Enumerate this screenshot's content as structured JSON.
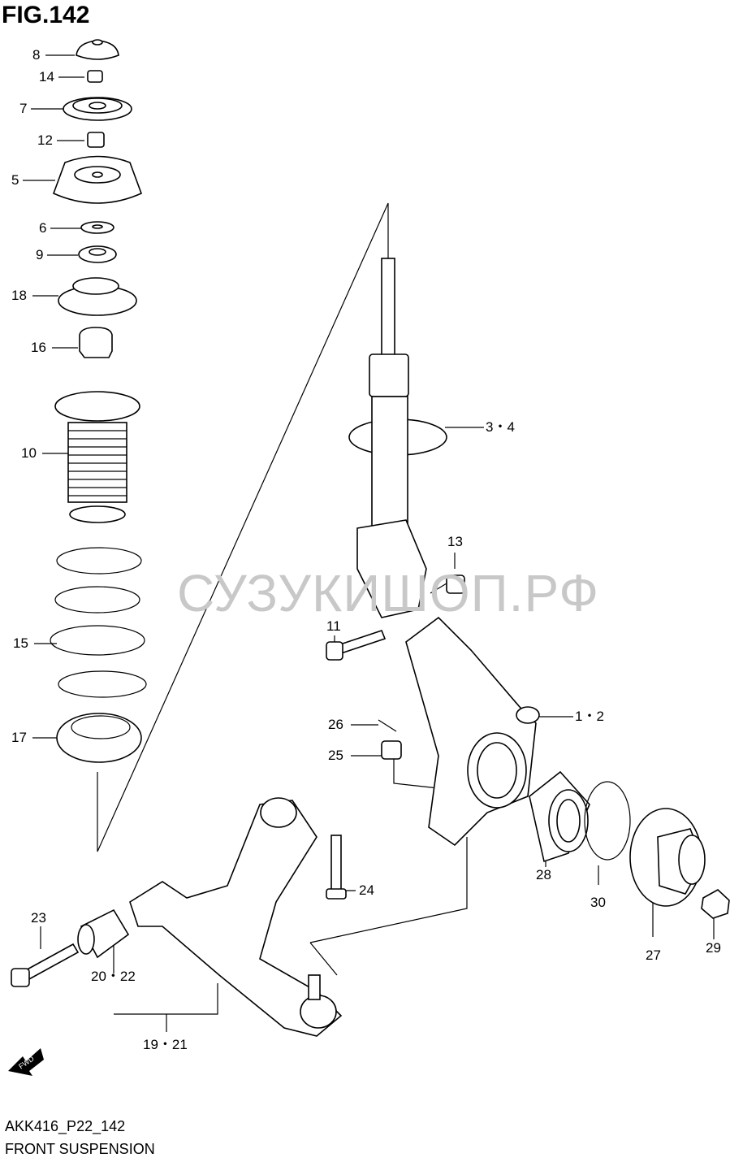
{
  "figure_title": "FIG.142",
  "diagram_code": "AKK416_P22_142",
  "caption": "FRONT SUSPENSION",
  "watermark": "СУЗУКИШОП.РФ",
  "fwd_label": "FWD",
  "callouts": {
    "c8": "8",
    "c14": "14",
    "c7": "7",
    "c12": "12",
    "c5": "5",
    "c6": "6",
    "c9": "9",
    "c18": "18",
    "c16": "16",
    "c10": "10",
    "c15": "15",
    "c17": "17",
    "c3_4": "3・4",
    "c13": "13",
    "c11": "11",
    "c1_2": "1・2",
    "c26": "26",
    "c25": "25",
    "c28": "28",
    "c30": "30",
    "c27": "27",
    "c29": "29",
    "c24": "24",
    "c23": "23",
    "c20_22": "20・22",
    "c19_21": "19・21"
  }
}
